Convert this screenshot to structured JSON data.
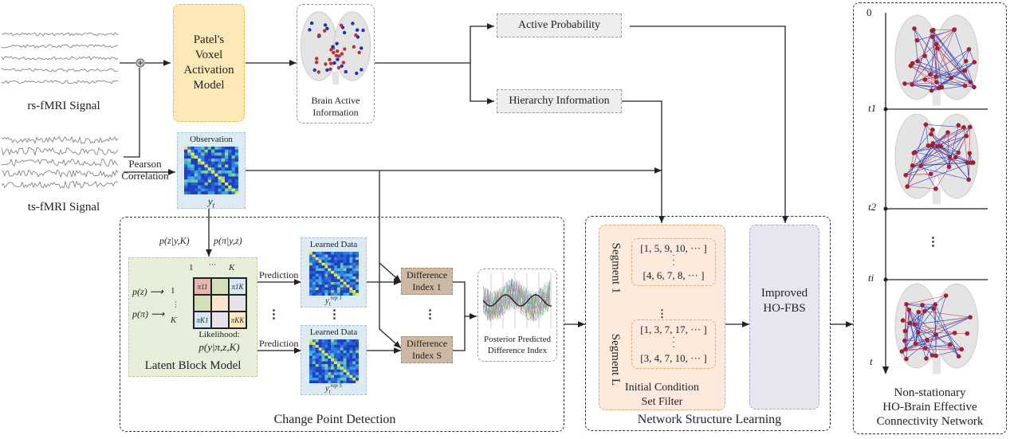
{
  "inputs": {
    "rs_label": "rs-fMRI Signal",
    "ts_label": "ts-fMRI Signal",
    "pearson_label": [
      "Pearson",
      "Correlation"
    ]
  },
  "patel_model": {
    "lines": [
      "Patel's",
      "Voxel",
      "Activation",
      "Model"
    ]
  },
  "brain_active": {
    "lines": [
      "Brain Active",
      "Information"
    ]
  },
  "outputs": {
    "active_probability": "Active Probability",
    "hierarchy_information": "Hierarchy Information"
  },
  "observation": {
    "title": "Observation",
    "symbol": "y",
    "subscript": "t"
  },
  "change_point": {
    "section_label": "Change Point Detection",
    "p_z_given": "p(z|y,K)",
    "p_pi_given": "p(π|y,z)",
    "lbm": {
      "title": "Latent Block Model",
      "col_labels": [
        "1",
        "···",
        "K"
      ],
      "row_labels": [
        "1",
        "⋮",
        "K"
      ],
      "p_z": "p(z)",
      "p_pi": "p(π)",
      "cells": [
        "π11",
        "",
        "π1K",
        "",
        "",
        "",
        "πK1",
        "",
        "πKK"
      ],
      "cell_colors": [
        "#e8b4b0",
        "#d2dfb8",
        "#d6e8f1",
        "#d2dfb8",
        "#fbe3cf",
        "#e6e2ec",
        "#d6e8f1",
        "#e6e2ec",
        "#fce9c2"
      ],
      "likelihood_label": "Likelihood:",
      "likelihood_formula": "p(y|π,z,K)"
    },
    "prediction_label": "Prediction",
    "learned": [
      {
        "title": "Learned Data",
        "symbol": "y",
        "sub": "t",
        "sup": "rep 1"
      },
      {
        "title": "Learned Data",
        "symbol": "y",
        "sub": "t",
        "sup": "rep S"
      }
    ],
    "difference": [
      {
        "lines": [
          "Difference",
          "Index 1"
        ]
      },
      {
        "lines": [
          "Difference",
          "Index S"
        ]
      }
    ],
    "posterior": {
      "lines": [
        "Posterior Predicted",
        "Difference Index"
      ]
    },
    "vdots": "⋮"
  },
  "network_learning": {
    "section_label": "Network Structure Learning",
    "segments": [
      {
        "label": "Segment 1",
        "first": "[1, 5, 9, 10, ··· ]",
        "last": "[4, 6, 7, 8, ··· ]"
      },
      {
        "label": "Segment L",
        "first": "[1, 3, 7, 17, ··· ]",
        "last": "[3, 4, 7, 10, ··· ]"
      }
    ],
    "filter_label": [
      "Initial Condition",
      "Set Filter"
    ],
    "hofbs_label": [
      "Improved",
      "HO-FBS"
    ]
  },
  "result_panel": {
    "timeline_labels": [
      "0",
      "t1",
      "t2",
      "ti",
      "t"
    ],
    "title_lines": [
      "Non-stationary",
      "HO-Brain Effective",
      "Connectivity Network"
    ],
    "vdots": "⋮"
  },
  "colors": {
    "patel_fill": "#fde8b8",
    "patel_border": "#f0b830",
    "observation_fill": "#dcebf3",
    "observation_border": "#9cc6da",
    "lbm_fill": "#e7efdb",
    "lbm_border": "#b6cc93",
    "difference_fill": "#cdb8a3",
    "difference_border": "#a88c6e",
    "filter_fill": "#fdeadc",
    "filter_border": "#f0a060",
    "hofbs_fill": "#e9e5f0",
    "hofbs_border": "#b09cd0",
    "gray_box_fill": "#eeeeee",
    "gray_box_border": "#999999"
  }
}
